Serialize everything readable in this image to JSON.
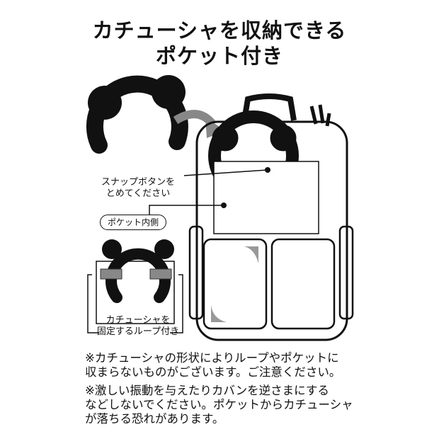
{
  "title": {
    "line1": "カチューシャを収納できる",
    "line2": "ポケット付き"
  },
  "labels": {
    "snap_line1": "スナップボタンを",
    "snap_line2": "とめてください",
    "pocket_inside": "ポケット内側",
    "loop_line1": "カチューシャを",
    "loop_line2": "固定するループ付き"
  },
  "notes": [
    {
      "line1": "※カチューシャの形状によりループやポケットに",
      "line2": "収まらないものがございます。ご注意ください。"
    },
    {
      "line1": "※激しい振動を与えたりカバンを逆さまにする",
      "line2": "などしないでください。ポケットからカチューシャ",
      "line3": "が落ちる恐れがあります。"
    }
  ]
}
